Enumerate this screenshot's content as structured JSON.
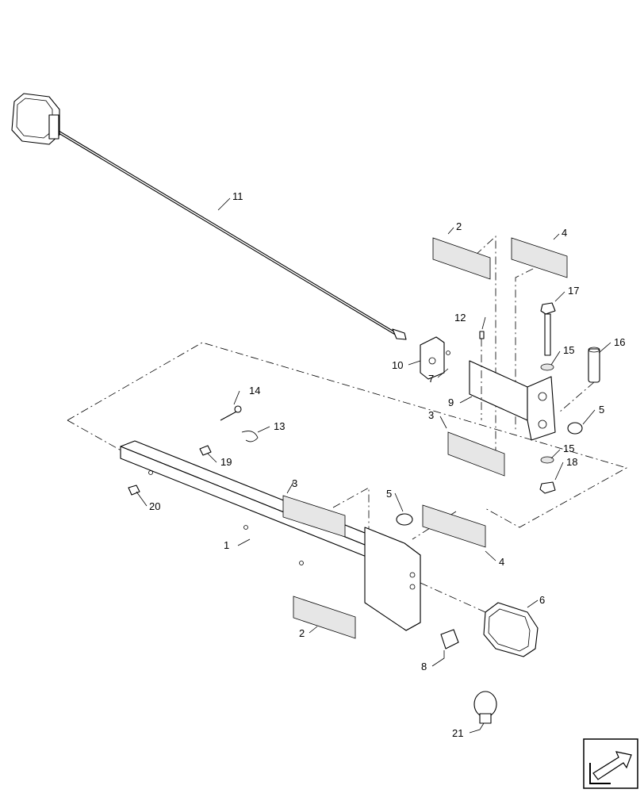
{
  "callouts": {
    "c1": "1",
    "c2a": "2",
    "c2b": "2",
    "c3a": "3",
    "c3b": "3",
    "c4a": "4",
    "c4b": "4",
    "c5a": "5",
    "c5b": "5",
    "c6": "6",
    "c7": "7",
    "c8": "8",
    "c9": "9",
    "c10": "10",
    "c11": "11",
    "c12": "12",
    "c13": "13",
    "c14": "14",
    "c15a": "15",
    "c15b": "15",
    "c16": "16",
    "c17": "17",
    "c18": "18",
    "c19": "19",
    "c20": "20",
    "c21": "21"
  },
  "icons": {
    "nav": "view-direction-arrow-icon"
  }
}
